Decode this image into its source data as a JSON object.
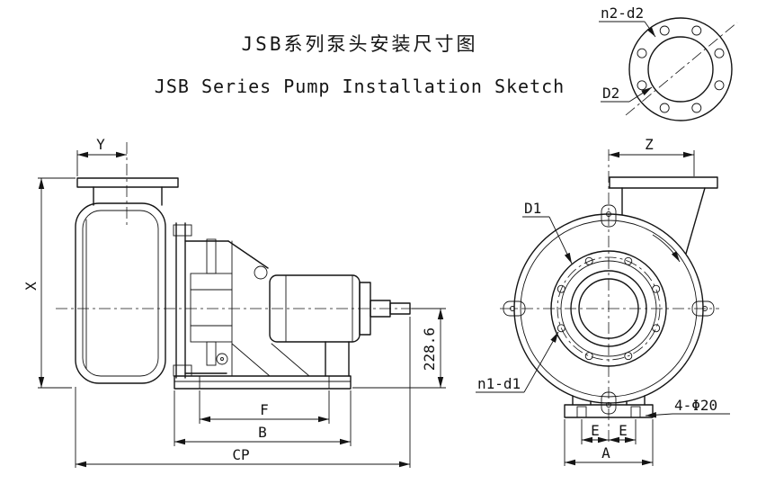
{
  "titles": {
    "cn": "JSB系列泵头安装尺寸图",
    "en": "JSB Series Pump Installation Sketch"
  },
  "flange_detail": {
    "holes": "n2-d2",
    "diameter": "D2"
  },
  "side_view": {
    "dim_y": "Y",
    "dim_x": "X",
    "dim_height": "228.6",
    "dim_f": "F",
    "dim_b": "B",
    "dim_cp": "CP"
  },
  "end_view": {
    "dim_z": "Z",
    "dim_d1": "D1",
    "holes": "n1-d1",
    "anchor_bolts": "4-Φ20",
    "dim_e1": "E",
    "dim_e2": "E",
    "dim_a": "A"
  },
  "colors": {
    "ink": "#141414",
    "paper": "#ffffff"
  }
}
